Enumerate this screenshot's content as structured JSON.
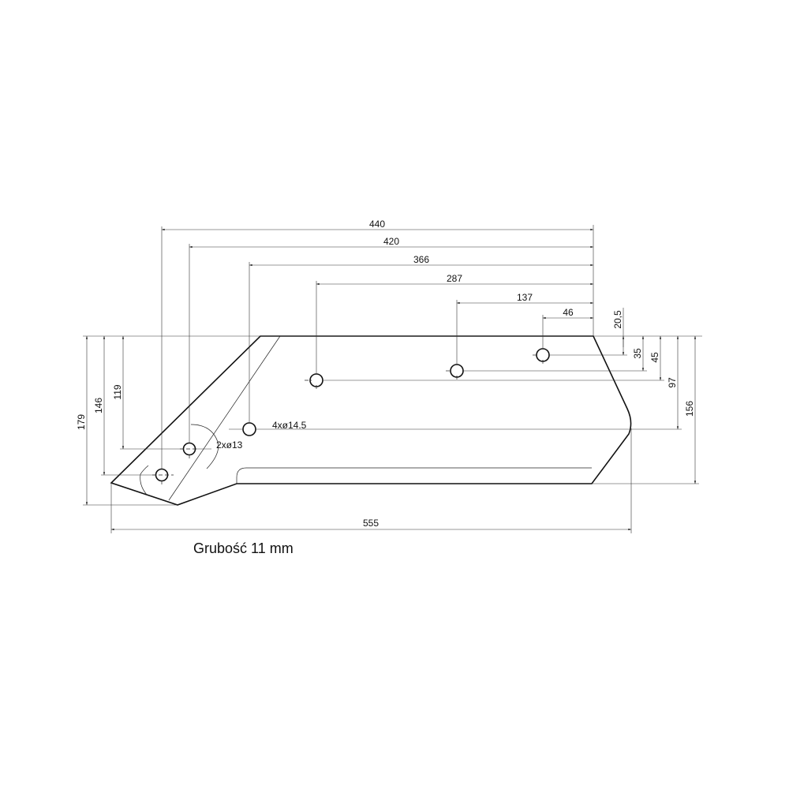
{
  "title_note": "Grubość 11 mm",
  "dimensions": {
    "horizontal": [
      "440",
      "420",
      "366",
      "287",
      "137",
      "46"
    ],
    "right_vertical": [
      "20,5",
      "35",
      "45",
      "97",
      "156"
    ],
    "left_vertical": [
      "179",
      "146",
      "119"
    ],
    "overall_length": "555",
    "hole_note_large": "4xø14.5",
    "hole_note_small": "2xø13"
  }
}
